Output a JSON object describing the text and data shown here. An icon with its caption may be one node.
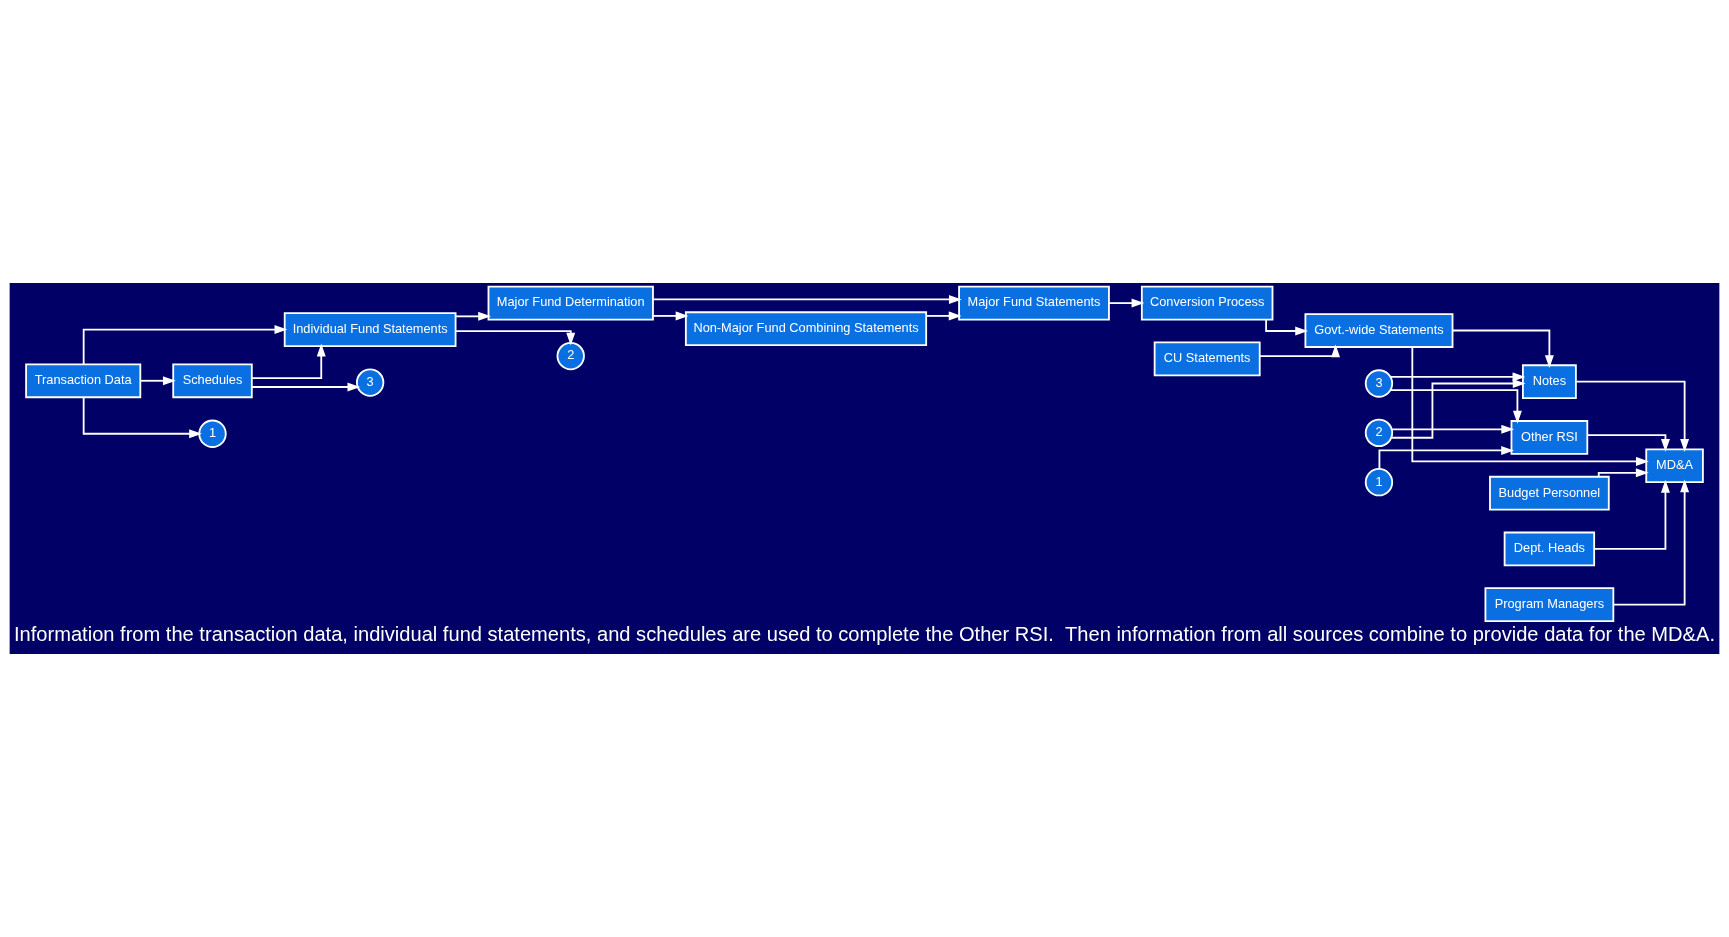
{
  "diagram": {
    "caption": "Information from the transaction data, individual fund statements, and schedules are used to complete the Other RSI.  Then information from all sources combine to provide data for the MD&A.",
    "nodes": [
      {
        "text": [
          "Transaction Data"
        ]
      },
      {
        "text": [
          "Individual Fund Statements"
        ]
      },
      {
        "text": [
          "Schedules"
        ]
      },
      {
        "text": [
          "1"
        ]
      },
      {
        "text": [
          "Major Fund Determination"
        ]
      },
      {
        "text": [
          "2"
        ]
      },
      {
        "text": [
          "3"
        ]
      },
      {
        "text": [
          "Non-Major Fund Combining Statements"
        ]
      },
      {
        "text": [
          "Major Fund Statements"
        ]
      },
      {
        "text": [
          "Conversion Process"
        ]
      },
      {
        "text": [
          "CU Statements"
        ]
      },
      {
        "text": [
          "Govt.-wide Statements"
        ]
      },
      {
        "text": [
          "1"
        ]
      },
      {
        "text": [
          "3"
        ]
      },
      {
        "text": [
          "2"
        ]
      },
      {
        "text": [
          "Other RSI"
        ]
      },
      {
        "text": [
          "Notes"
        ]
      },
      {
        "text": [
          "MD&A"
        ]
      },
      {
        "text": [
          "Budget Personnel"
        ]
      },
      {
        "text": [
          "Dept. Heads"
        ]
      },
      {
        "text": [
          "Program Managers"
        ]
      }
    ],
    "edges": [
      {
        "from": 0,
        "to": 1,
        "arrow": "to"
      },
      {
        "from": 0,
        "to": 2,
        "arrow": "to"
      },
      {
        "from": 0,
        "to": 3,
        "arrow": "to"
      },
      {
        "from": 2,
        "to": 1,
        "arrow": "to"
      },
      {
        "from": 1,
        "to": 4,
        "arrow": "to"
      },
      {
        "from": 1,
        "to": 5,
        "arrow": "to"
      },
      {
        "from": 2,
        "to": 6,
        "arrow": "to"
      },
      {
        "from": 4,
        "to": 7,
        "arrow": "to"
      },
      {
        "from": 4,
        "to": 8,
        "arrow": "to"
      },
      {
        "from": 7,
        "to": 8,
        "arrow": "to"
      },
      {
        "from": 8,
        "to": 9,
        "arrow": "to"
      },
      {
        "from": 9,
        "to": 11,
        "arrow": "to"
      },
      {
        "from": 10,
        "to": 11,
        "arrow": "to"
      },
      {
        "from": 11,
        "to": 16,
        "arrow": "to"
      },
      {
        "from": 11,
        "to": 17,
        "arrow": "to"
      },
      {
        "from": 12,
        "to": 15,
        "arrow": "to"
      },
      {
        "from": 13,
        "to": 15,
        "arrow": "to"
      },
      {
        "from": 13,
        "to": 16,
        "arrow": "to"
      },
      {
        "from": 14,
        "to": 15,
        "arrow": "to"
      },
      {
        "from": 14,
        "to": 16,
        "arrow": "to"
      },
      {
        "from": 15,
        "to": 17,
        "arrow": "to"
      },
      {
        "from": 16,
        "to": 17,
        "arrow": "to"
      },
      {
        "from": 18,
        "to": 17,
        "arrow": "to"
      },
      {
        "from": 19,
        "to": 17,
        "arrow": "to"
      },
      {
        "from": 20,
        "to": 17,
        "arrow": "to"
      }
    ]
  }
}
